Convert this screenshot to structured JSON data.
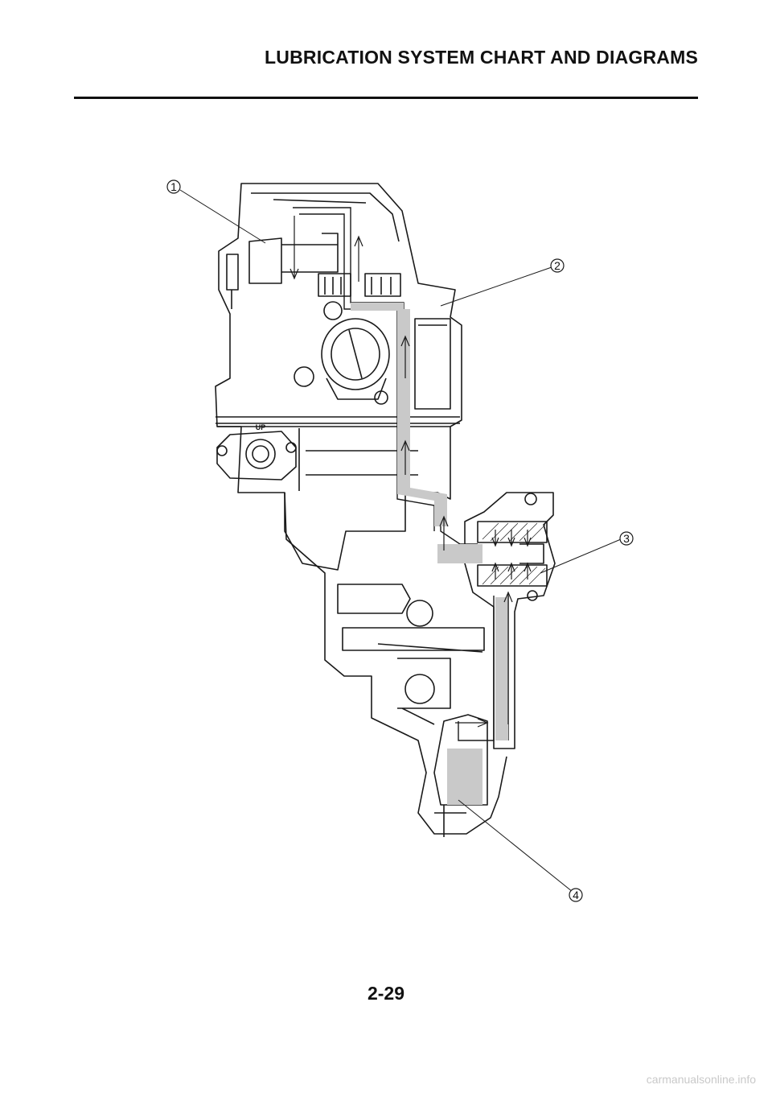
{
  "header": {
    "title": "LUBRICATION SYSTEM CHART AND DIAGRAMS"
  },
  "callouts": [
    {
      "id": "1",
      "label": "1"
    },
    {
      "id": "2",
      "label": "2"
    },
    {
      "id": "3",
      "label": "3"
    },
    {
      "id": "4",
      "label": "4"
    }
  ],
  "diagram": {
    "stamp": "UP"
  },
  "footer": {
    "page_number": "2-29",
    "watermark": "carmanualsonline.info"
  }
}
